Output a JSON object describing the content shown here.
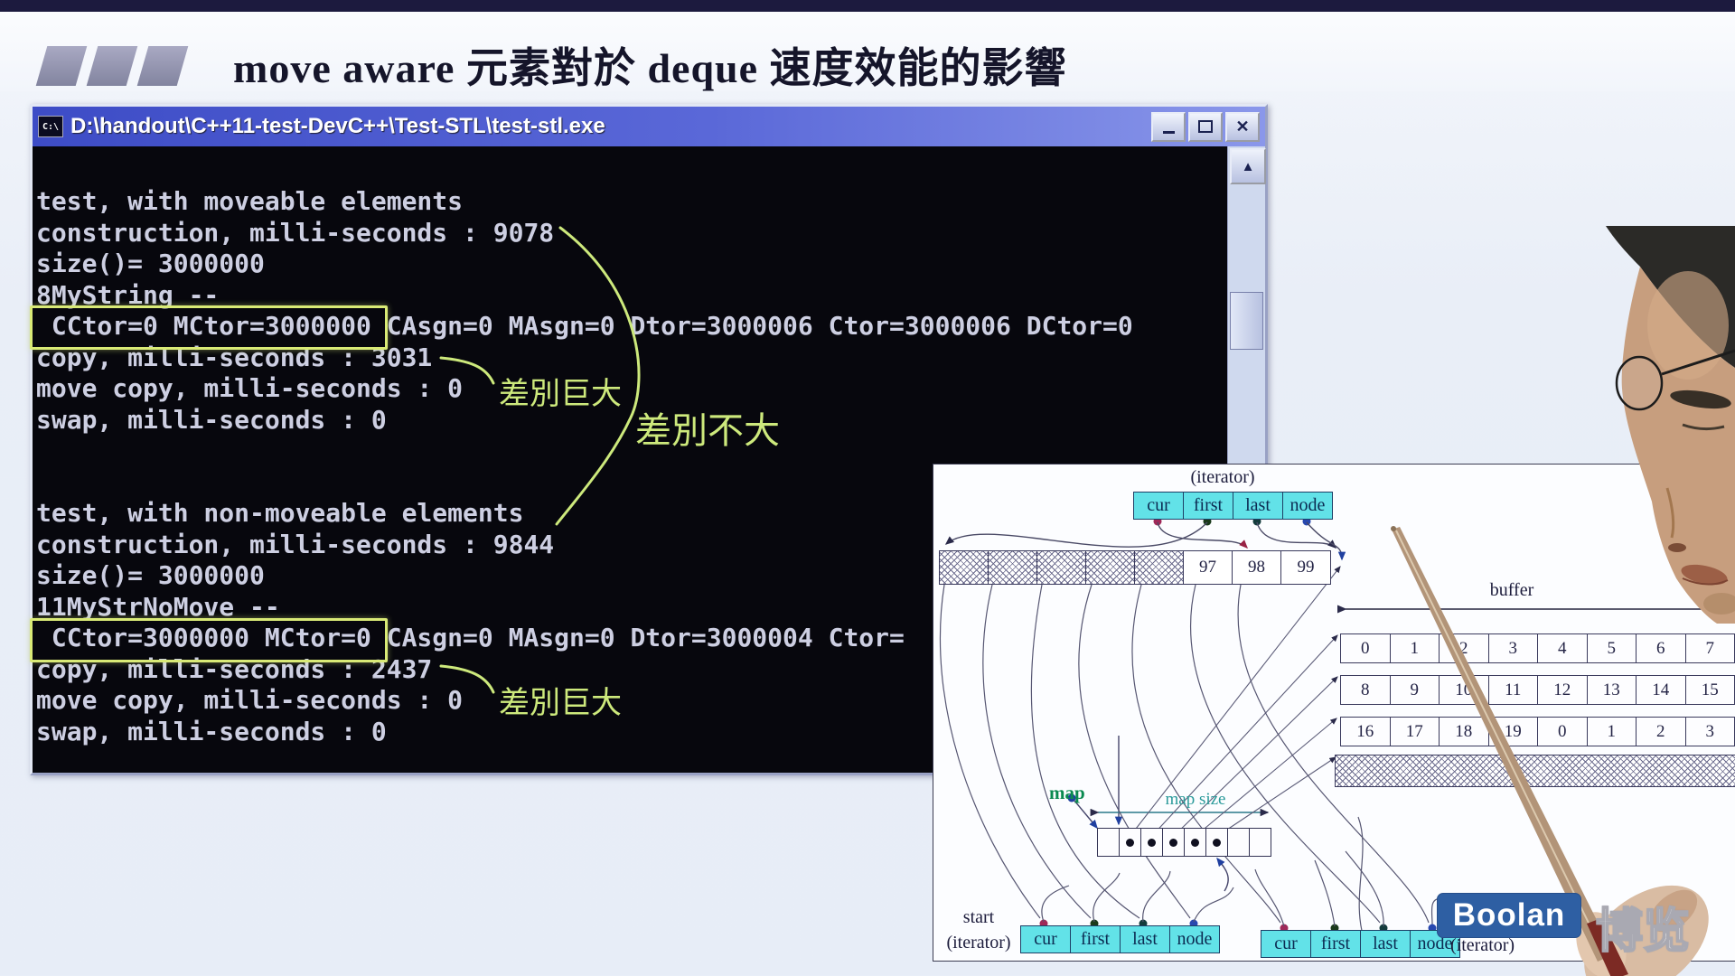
{
  "header": {
    "title": "move aware 元素對於 deque 速度效能的影響"
  },
  "console_window": {
    "icon_label": "C:\\",
    "title": "D:\\handout\\C++11-test-DevC++\\Test-STL\\test-stl.exe",
    "buttons": {
      "minimize": "_",
      "maximize": "□",
      "close": "✕"
    },
    "lines": [
      "test, with moveable elements",
      "construction, milli-seconds : 9078",
      "size()= 3000000",
      "8MyString --",
      " CCtor=0 MCtor=3000000 CAsgn=0 MAsgn=0 Dtor=3000006 Ctor=3000006 DCtor=0",
      "copy, milli-seconds : 3031",
      "move copy, milli-seconds : 0",
      "swap, milli-seconds : 0",
      "",
      "",
      "test, with non-moveable elements",
      "construction, milli-seconds : 9844",
      "size()= 3000000",
      "11MyStrNoMove --",
      " CCtor=3000000 MCtor=0 CAsgn=0 MAsgn=0 Dtor=3000004 Ctor=",
      "copy, milli-seconds : 2437",
      "move copy, milli-seconds : 0",
      "swap, milli-seconds : 0"
    ],
    "annotations": {
      "big_diff_1": "差別巨大",
      "small_diff": "差別不大",
      "big_diff_2": "差別巨大"
    }
  },
  "diagram": {
    "top_iterator_label": "(iterator)",
    "pointer_fields": [
      "cur",
      "first",
      "last",
      "node"
    ],
    "top_buffer_values": [
      "97",
      "98",
      "99"
    ],
    "buffer_label": "buffer",
    "grid_rows": [
      [
        "0",
        "1",
        "2",
        "3",
        "4",
        "5",
        "6",
        "7"
      ],
      [
        "8",
        "9",
        "10",
        "11",
        "12",
        "13",
        "14",
        "15"
      ],
      [
        "16",
        "17",
        "18",
        "19",
        "0",
        "1",
        "2",
        "3"
      ]
    ],
    "map_label": "map",
    "map_size_label": "map size",
    "map_cells": [
      0,
      1,
      1,
      1,
      1,
      1,
      0,
      0
    ],
    "start_label": "start",
    "start_iterator_label": "(iterator)",
    "bottom_iterator_label": "(iterator)"
  },
  "watermark": {
    "logo_text": "Boolan",
    "logo_cn": "博览"
  },
  "colors": {
    "annotation_green": "#cde97c",
    "highlight_box_yellow": "#d9ea76",
    "console_text": "#cdcfe2",
    "titlebar_blue": "#4252cc",
    "cyan_cell": "#62e2e8",
    "logo_blue": "#2e5fa3"
  }
}
